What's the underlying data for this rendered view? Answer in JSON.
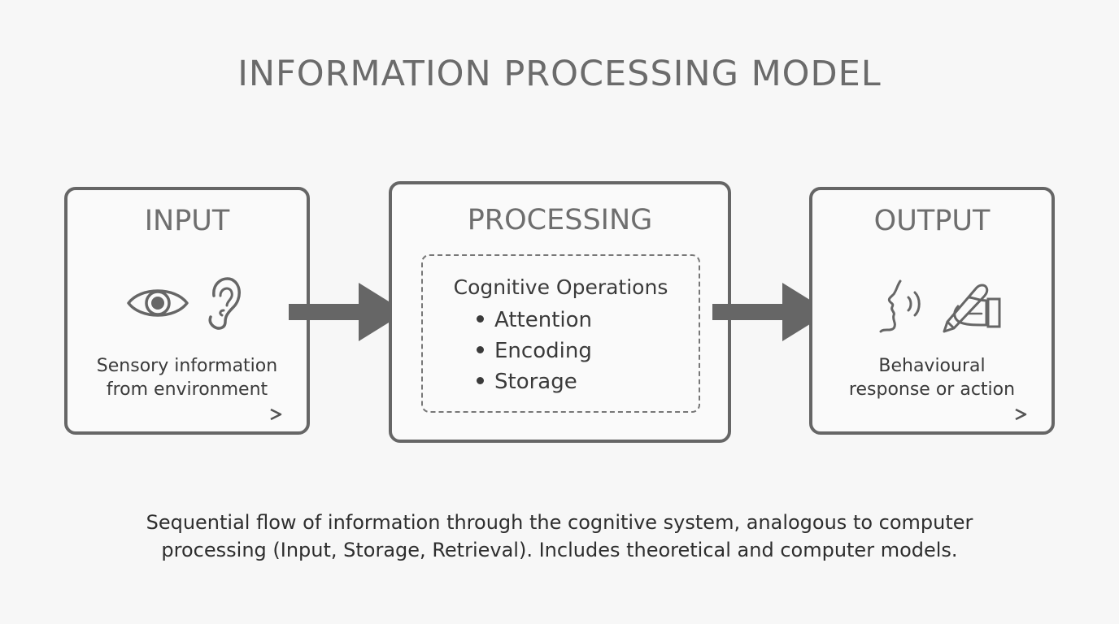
{
  "title": "INFORMATION PROCESSING MODEL",
  "input": {
    "heading": "INPUT",
    "icons": [
      "eye-icon",
      "ear-icon"
    ],
    "description_line1": "Sensory information",
    "description_line2": "from environment"
  },
  "processing": {
    "heading": "PROCESSING",
    "operations_title": "Cognitive Operations",
    "operations": [
      "Attention",
      "Encoding",
      "Storage"
    ]
  },
  "output": {
    "heading": "OUTPUT",
    "icons": [
      "speaking-face-icon",
      "writing-hand-icon"
    ],
    "description_line1": "Behavioural",
    "description_line2": "response or action"
  },
  "caption": {
    "line1": "Sequential flow of information through the cognitive system, analogous to computer",
    "line2": "processing (Input, Storage, Retrieval). Includes theoretical and computer models."
  },
  "colors": {
    "stroke": "#666666",
    "text": "#3a3a3a",
    "title": "#6b6b6b",
    "background": "#f7f7f7"
  }
}
